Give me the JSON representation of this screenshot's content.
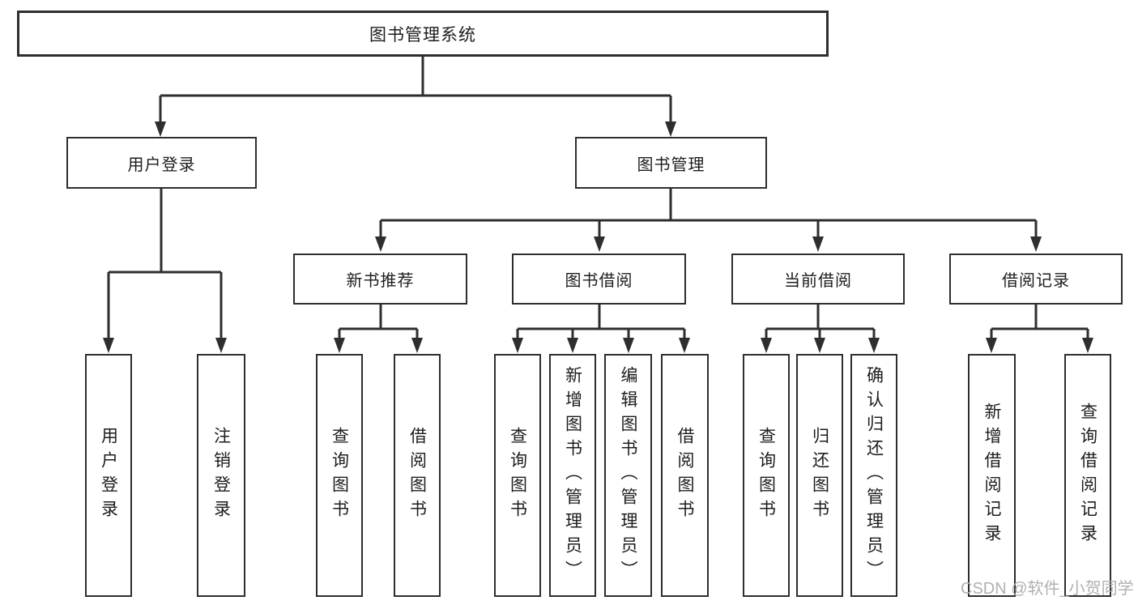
{
  "tree": {
    "root": {
      "label": "图书管理系统"
    },
    "user_login": {
      "label": "用户登录",
      "leaves": [
        {
          "label": "用户登录"
        },
        {
          "label": "注销登录"
        }
      ]
    },
    "book_mgmt": {
      "label": "图书管理",
      "groups": [
        {
          "label": "新书推荐",
          "leaves": [
            {
              "label": "查询图书"
            },
            {
              "label": "借阅图书"
            }
          ]
        },
        {
          "label": "图书借阅",
          "leaves": [
            {
              "label": "查询图书"
            },
            {
              "label": "新增图书（管理员）"
            },
            {
              "label": "编辑图书（管理员）"
            },
            {
              "label": "借阅图书"
            }
          ]
        },
        {
          "label": "当前借阅",
          "leaves": [
            {
              "label": "查询图书"
            },
            {
              "label": "归还图书"
            },
            {
              "label": "确认归还（管理员）"
            }
          ]
        },
        {
          "label": "借阅记录",
          "leaves": [
            {
              "label": "新增借阅记录"
            },
            {
              "label": "查询借阅记录"
            }
          ]
        }
      ]
    }
  },
  "watermark": {
    "text": "CSDN @软件_小贺同学"
  },
  "colors": {
    "line": "#2e2e2e",
    "text": "#1d1d1d",
    "watermark": "#b0b0b0",
    "background": "#ffffff"
  }
}
